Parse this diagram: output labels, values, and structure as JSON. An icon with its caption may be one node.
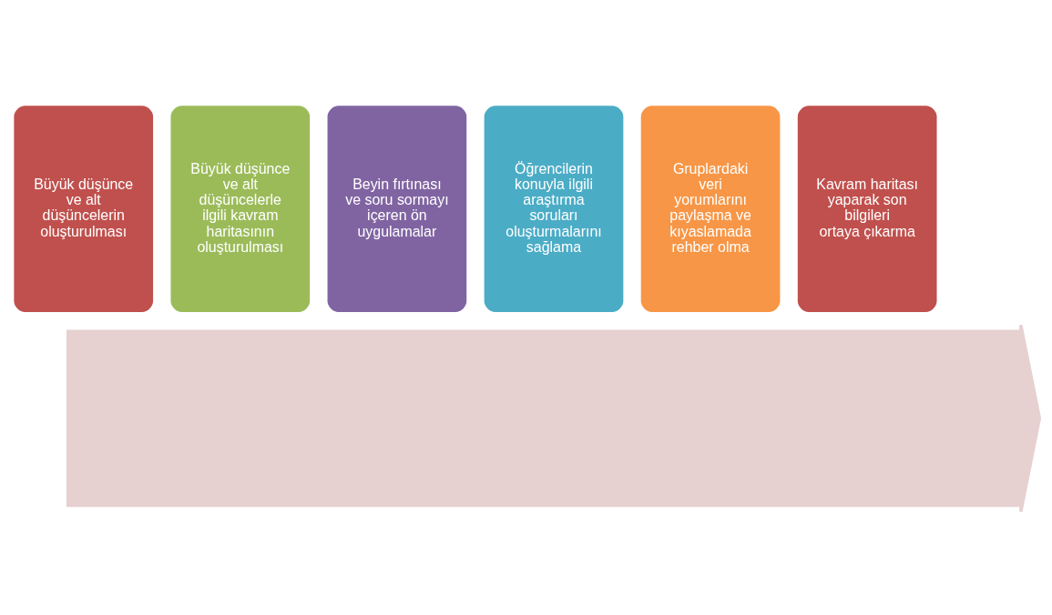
{
  "diagram": {
    "nodes": [
      {
        "text": [],
        "shape": "arrow"
      },
      {
        "text": [
          "Büyük düşünce ve alt düşüncelerin oluşturulması"
        ]
      },
      {
        "text": [
          "Büyük düşünce ve alt düşüncelerle ilgili kavram haritasının oluşturulması"
        ]
      },
      {
        "text": [
          "Beyin fırtınası ve soru sormayı içeren ön uygulamalar"
        ]
      },
      {
        "text": [
          "Öğrencilerin konuyla ilgili araştırma soruları oluşturmalarını sağlama"
        ]
      },
      {
        "text": [
          "Gruplardaki veri yorumlarını paylaşma ve kıyaslamada rehber olma"
        ]
      },
      {
        "text": [
          "Kavram haritası yaparak son bilgileri ortaya çıkarma"
        ]
      }
    ],
    "edges": []
  }
}
